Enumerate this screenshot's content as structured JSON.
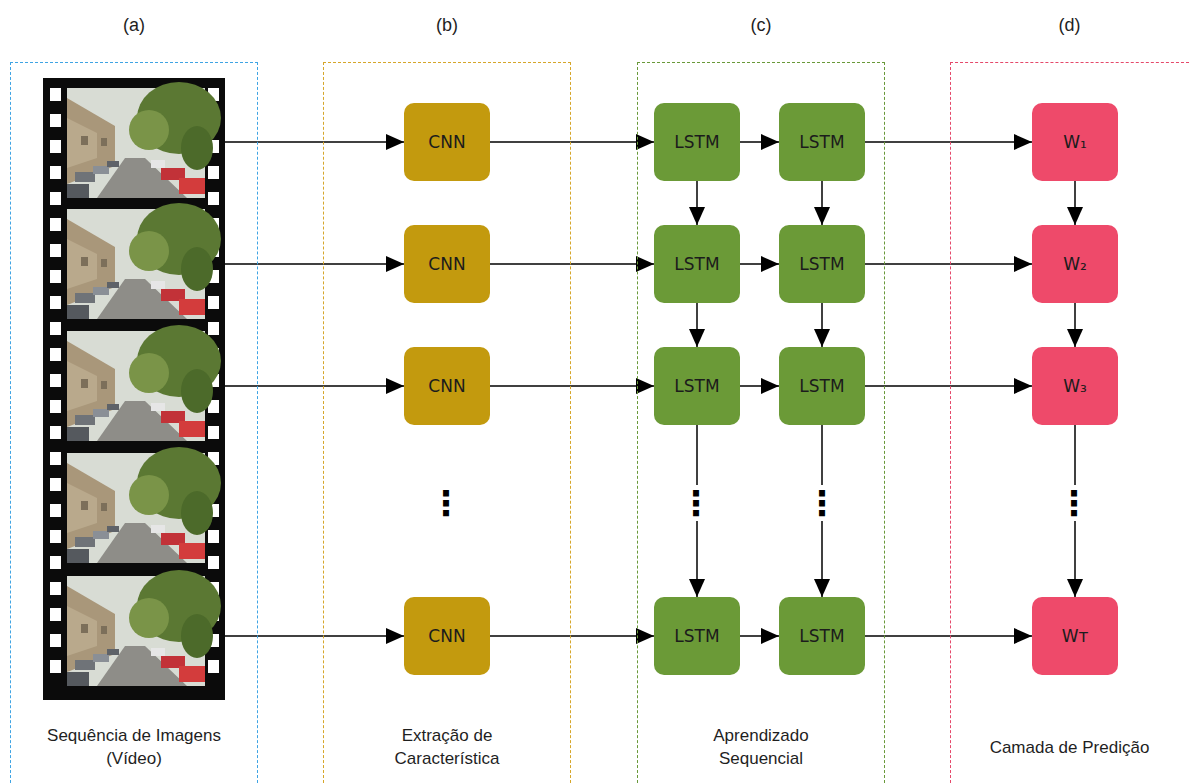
{
  "diagram": {
    "nodes": [
      {
        "text": [
          "(a)",
          "Sequência de Imagens (Vídeo)"
        ]
      },
      {
        "text": [
          "(b)",
          "Extração de Característica"
        ]
      },
      {
        "text": [
          "CNN"
        ],
        "in": 1
      },
      {
        "text": [
          "CNN"
        ],
        "in": 1
      },
      {
        "text": [
          "CNN"
        ],
        "in": 1
      },
      {
        "text": [
          "CNN"
        ],
        "in": 1
      },
      {
        "text": [
          "(c)",
          "Aprendizado Sequencial"
        ]
      },
      {
        "text": [
          "LSTM"
        ],
        "in": 6
      },
      {
        "text": [
          "LSTM"
        ],
        "in": 6
      },
      {
        "text": [
          "LSTM"
        ],
        "in": 6
      },
      {
        "text": [
          "LSTM"
        ],
        "in": 6
      },
      {
        "text": [
          "LSTM"
        ],
        "in": 6
      },
      {
        "text": [
          "LSTM"
        ],
        "in": 6
      },
      {
        "text": [
          "LSTM"
        ],
        "in": 6
      },
      {
        "text": [
          "LSTM"
        ],
        "in": 6
      },
      {
        "text": [
          "(d)",
          "Camada de Predição"
        ]
      },
      {
        "text": [
          "W₁"
        ],
        "in": 15
      },
      {
        "text": [
          "W₂"
        ],
        "in": 15
      },
      {
        "text": [
          "W₃"
        ],
        "in": 15
      },
      {
        "text": [
          "Wᴛ"
        ],
        "in": 15
      }
    ],
    "edges": [
      {
        "from": 0,
        "to": 2,
        "arrow": "to"
      },
      {
        "from": 0,
        "to": 3,
        "arrow": "to"
      },
      {
        "from": 0,
        "to": 4,
        "arrow": "to"
      },
      {
        "from": 0,
        "to": 5,
        "arrow": "to"
      },
      {
        "from": 2,
        "to": 7,
        "arrow": "to"
      },
      {
        "from": 3,
        "to": 9,
        "arrow": "to"
      },
      {
        "from": 4,
        "to": 11,
        "arrow": "to"
      },
      {
        "from": 5,
        "to": 13,
        "arrow": "to"
      },
      {
        "from": 7,
        "to": 8,
        "arrow": "to"
      },
      {
        "from": 9,
        "to": 10,
        "arrow": "to"
      },
      {
        "from": 11,
        "to": 12,
        "arrow": "to"
      },
      {
        "from": 13,
        "to": 14,
        "arrow": "to"
      },
      {
        "from": 8,
        "to": 16,
        "arrow": "to"
      },
      {
        "from": 10,
        "to": 17,
        "arrow": "to"
      },
      {
        "from": 12,
        "to": 18,
        "arrow": "to"
      },
      {
        "from": 14,
        "to": 19,
        "arrow": "to"
      },
      {
        "from": 7,
        "to": 9,
        "arrow": "to"
      },
      {
        "from": 9,
        "to": 11,
        "arrow": "to"
      },
      {
        "from": 11,
        "to": 13,
        "arrow": "to"
      },
      {
        "from": 8,
        "to": 10,
        "arrow": "to"
      },
      {
        "from": 10,
        "to": 12,
        "arrow": "to"
      },
      {
        "from": 12,
        "to": 14,
        "arrow": "to"
      },
      {
        "from": 16,
        "to": 17,
        "arrow": "to"
      },
      {
        "from": 17,
        "to": 18,
        "arrow": "to"
      },
      {
        "from": 18,
        "to": 19,
        "arrow": "to"
      }
    ],
    "labels": [
      "⋮",
      "⋮",
      "⋮",
      "⋮"
    ]
  }
}
